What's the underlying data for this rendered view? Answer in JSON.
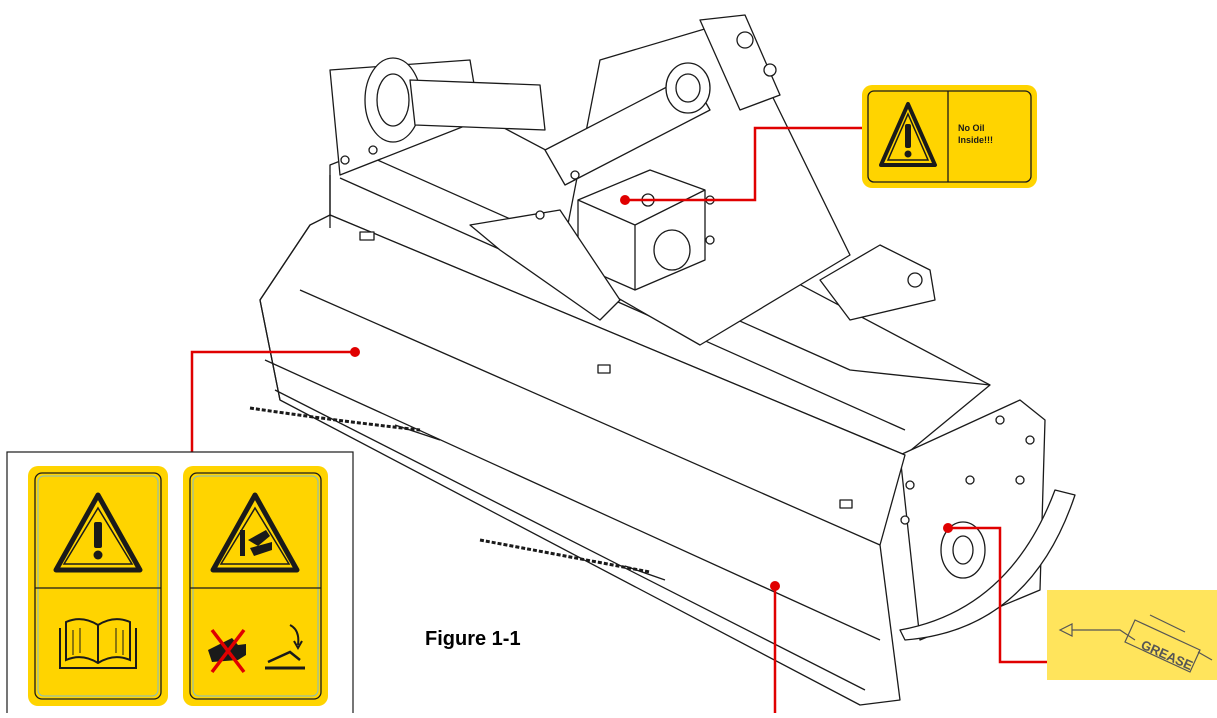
{
  "figure": {
    "caption": "Figure 1-1"
  },
  "decals": {
    "oil": {
      "text_line1": "No Oil",
      "text_line2": "Inside!!!"
    },
    "grease": {
      "text": "GREASE"
    }
  },
  "colors": {
    "callout_line": "#e00000",
    "decal_yellow": "#ffd400",
    "decal_yellow_soft": "#ffe45c",
    "line_art": "#1a1a1a"
  },
  "icons": {
    "oil_decal": "warning-triangle-icon",
    "manual_decal": [
      "warning-triangle-icon",
      "read-manual-book-icon"
    ],
    "entanglement_decal": [
      "hand-entanglement-icon",
      "no-hands-icon"
    ],
    "grease_decal": "grease-gun-icon"
  }
}
